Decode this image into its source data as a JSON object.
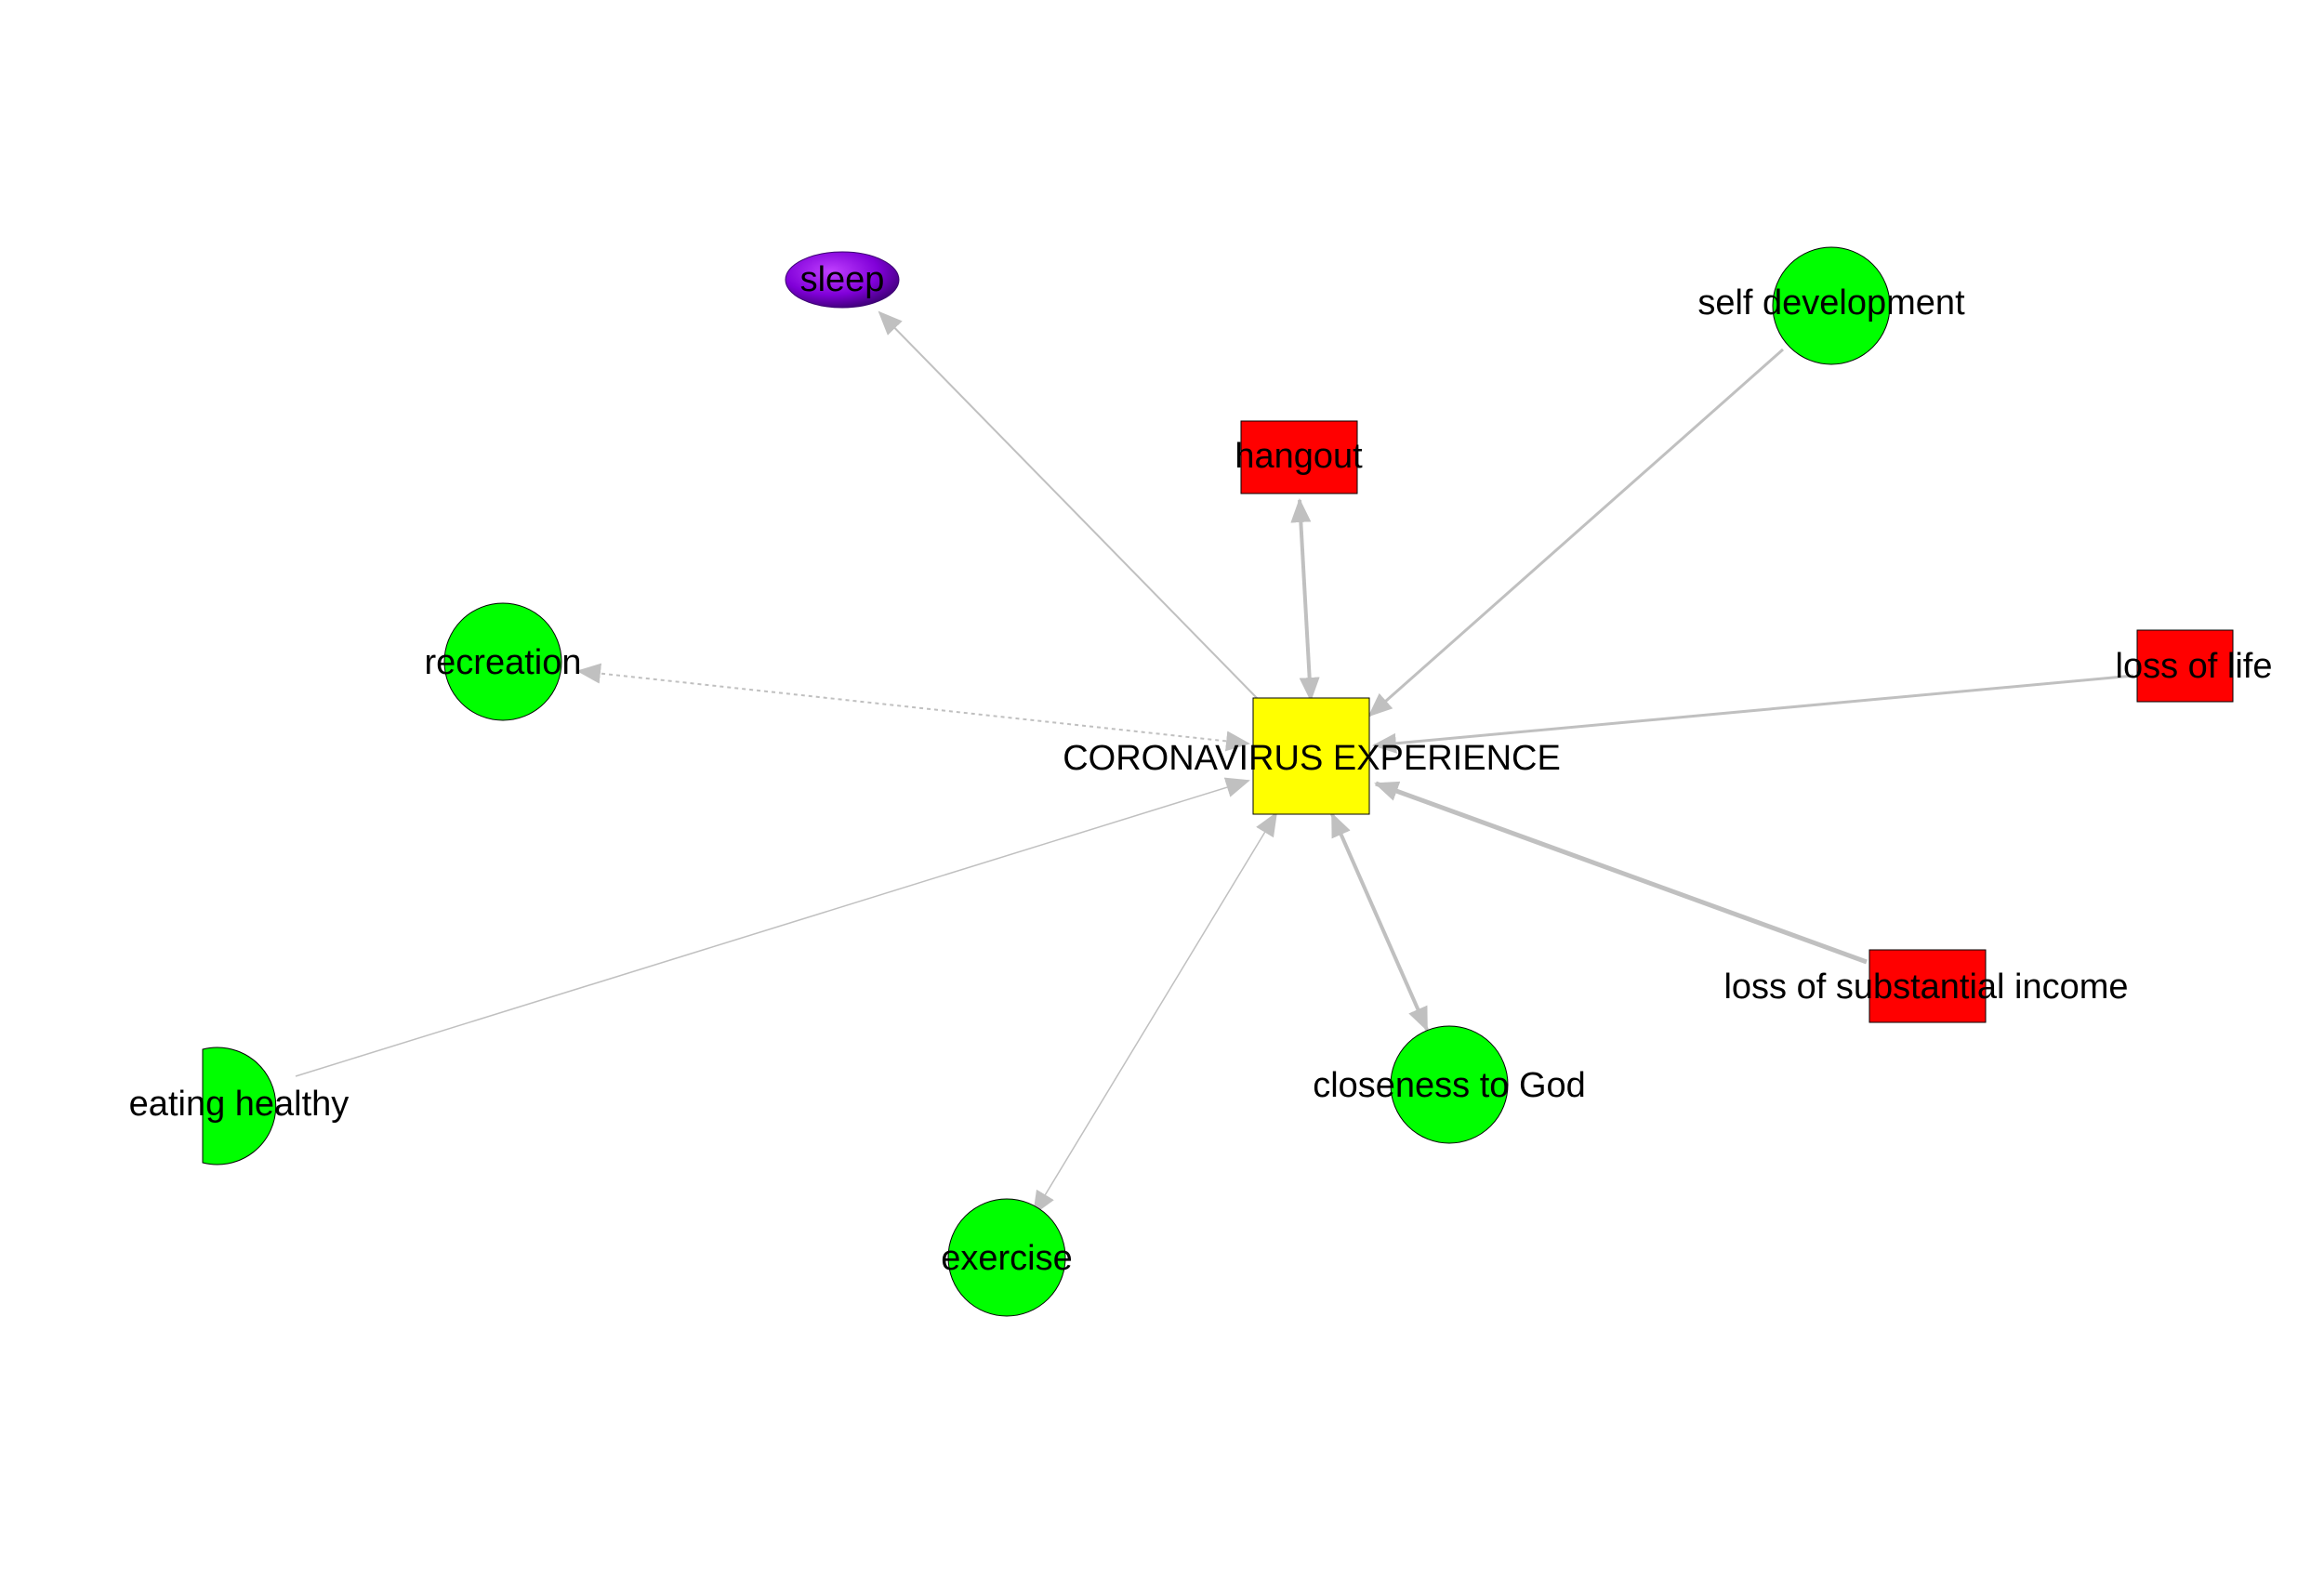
{
  "colors": {
    "edge": "#c0c0c0",
    "green": "#00ff00",
    "red": "#ff0000",
    "yellow": "#ffff00",
    "purple": "#8a00e0",
    "outline": "#000000"
  },
  "nodes": {
    "center": {
      "label": "CORONAVIRUS EXPERIENCE",
      "shape": "square",
      "color": "#ffff00"
    },
    "sleep": {
      "label": "sleep",
      "shape": "ellipse",
      "color": "#8a00e0"
    },
    "hangout": {
      "label": "hangout",
      "shape": "rectangle",
      "color": "#ff0000"
    },
    "self_development": {
      "label": "self development",
      "shape": "circle",
      "color": "#00ff00"
    },
    "recreation": {
      "label": "recreation",
      "shape": "circle",
      "color": "#00ff00"
    },
    "loss_of_life": {
      "label": "loss of life",
      "shape": "rectangle",
      "color": "#ff0000"
    },
    "loss_of_income": {
      "label": "loss of substantial income",
      "shape": "rectangle",
      "color": "#ff0000"
    },
    "eating_healthy": {
      "label": "eating healthy",
      "shape": "circle",
      "color": "#00ff00"
    },
    "closeness_to_god": {
      "label": "closeness to God",
      "shape": "circle",
      "color": "#00ff00"
    },
    "exercise": {
      "label": "exercise",
      "shape": "circle",
      "color": "#00ff00"
    }
  },
  "edges": [
    {
      "from": "center",
      "to": "sleep",
      "style": "solid",
      "direction": "forward"
    },
    {
      "from": "center",
      "to": "hangout",
      "style": "solid",
      "direction": "both"
    },
    {
      "from": "self_development",
      "to": "center",
      "style": "solid",
      "direction": "forward"
    },
    {
      "from": "center",
      "to": "recreation",
      "style": "dotted",
      "direction": "both"
    },
    {
      "from": "loss_of_life",
      "to": "center",
      "style": "solid",
      "direction": "forward"
    },
    {
      "from": "loss_of_income",
      "to": "center",
      "style": "solid",
      "direction": "forward"
    },
    {
      "from": "eating_healthy",
      "to": "center",
      "style": "solid",
      "direction": "forward"
    },
    {
      "from": "center",
      "to": "closeness_to_god",
      "style": "solid",
      "direction": "both"
    },
    {
      "from": "center",
      "to": "exercise",
      "style": "solid",
      "direction": "both"
    }
  ]
}
